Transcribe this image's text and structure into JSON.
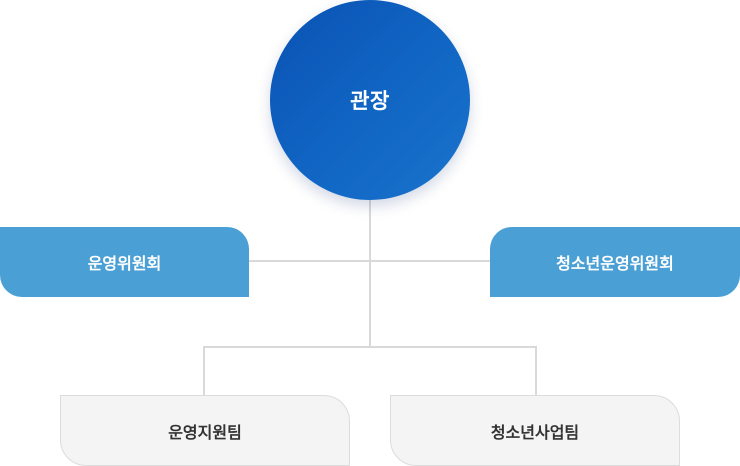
{
  "org_chart": {
    "root": {
      "label": "관장"
    },
    "committees": [
      {
        "label": "운영위원회"
      },
      {
        "label": "청소년운영위원회"
      }
    ],
    "teams": [
      {
        "label": "운영지원팀"
      },
      {
        "label": "청소년사업팀"
      }
    ]
  },
  "colors": {
    "root_fill": "#1166c4",
    "committee_fill": "#4aa0d5",
    "team_fill": "#f4f4f4",
    "team_border": "#dcdcdc",
    "connector": "#d9d9d9"
  }
}
